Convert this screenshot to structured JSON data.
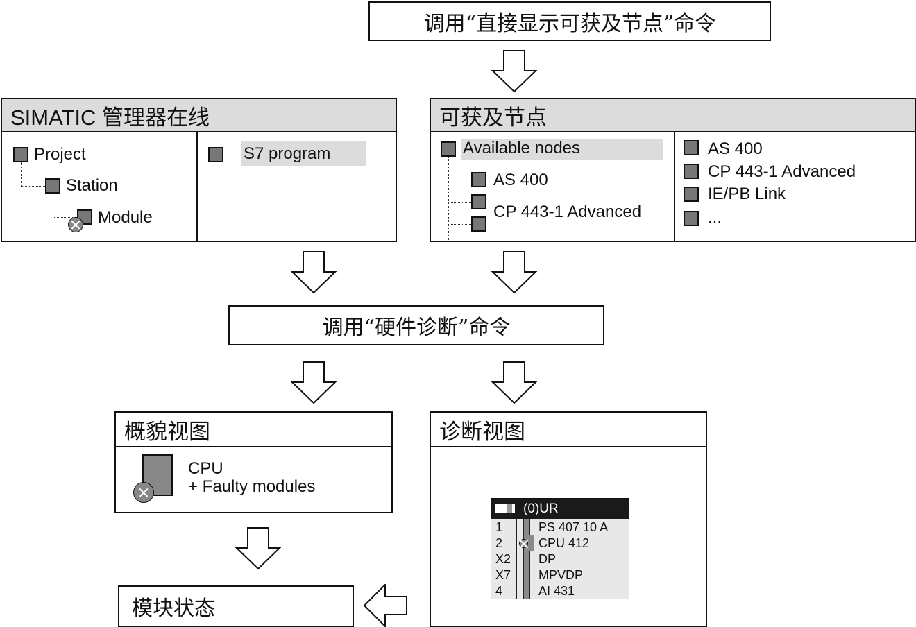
{
  "commands": {
    "show_nodes": "调用“直接显示可获及节点”命令",
    "hw_diag": "调用“硬件诊断”命令"
  },
  "simatic": {
    "title": "SIMATIC 管理器在线",
    "tree": [
      "Project",
      "Station",
      "Module"
    ],
    "right_item": "S7 program"
  },
  "nodes": {
    "title": "可获及节点",
    "tree_root": "Available nodes",
    "tree_children": [
      "AS 400",
      "CP 443-1 Advanced"
    ],
    "list": [
      "AS 400",
      "CP 443-1 Advanced",
      "IE/PB Link",
      "..."
    ]
  },
  "overview": {
    "title": "概貌视图",
    "line1": "CPU",
    "line2": "+ Faulty modules"
  },
  "diag": {
    "title": "诊断视图",
    "rack_title": "(0)UR",
    "rack_rows": [
      {
        "slot": "1",
        "module": "PS 407 10 A"
      },
      {
        "slot": "2",
        "module": "CPU 412"
      },
      {
        "slot": "X2",
        "module": "DP"
      },
      {
        "slot": "X7",
        "module": "MPVDP"
      },
      {
        "slot": "4",
        "module": "AI 431"
      }
    ]
  },
  "module_state": {
    "title": "模块状态"
  }
}
